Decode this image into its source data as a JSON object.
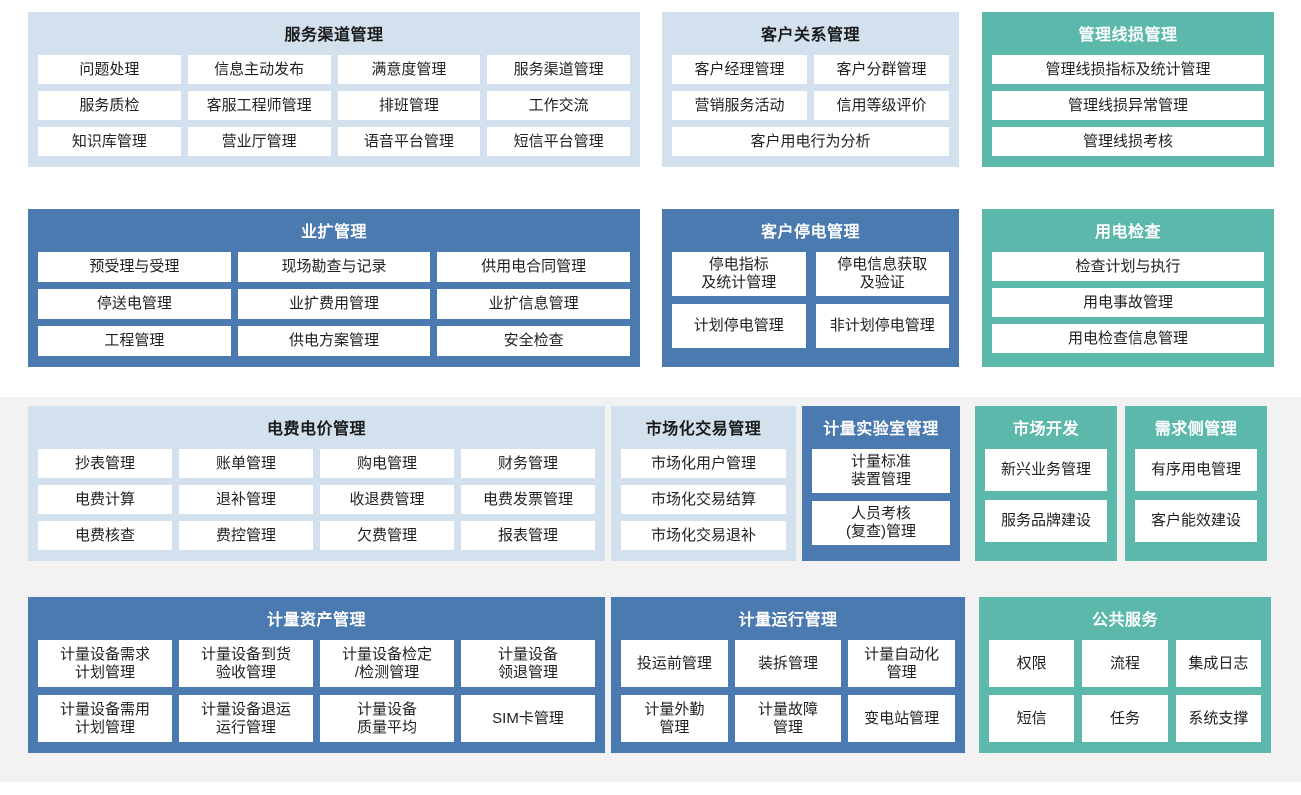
{
  "colors": {
    "blue_light": "#d3e1ef",
    "blue_dark": "#4a7ab0",
    "teal": "#5cb8ab",
    "tile_bg": "#ffffff",
    "band_bg": "#f2f2f2",
    "page_bg": "#ffffff"
  },
  "rows": [
    {
      "panels": [
        {
          "title": "服务渠道管理",
          "style": "blue-light",
          "tiles": [
            "问题处理",
            "信息主动发布",
            "满意度管理",
            "服务渠道管理",
            "服务质检",
            "客服工程师管理",
            "排班管理",
            "工作交流",
            "知识库管理",
            "营业厅管理",
            "语音平台管理",
            "短信平台管理"
          ]
        },
        {
          "title": "客户关系管理",
          "style": "blue-light",
          "tiles": [
            "客户经理管理",
            "客户分群管理",
            "营销服务活动",
            "信用等级评价",
            "客户用电行为分析"
          ]
        },
        {
          "title": "管理线损管理",
          "style": "teal",
          "tiles": [
            "管理线损指标及统计管理",
            "管理线损异常管理",
            "管理线损考核"
          ]
        }
      ]
    },
    {
      "panels": [
        {
          "title": "业扩管理",
          "style": "blue-dark",
          "tiles": [
            "预受理与受理",
            "现场勘查与记录",
            "供用电合同管理",
            "停送电管理",
            "业扩费用管理",
            "业扩信息管理",
            "工程管理",
            "供电方案管理",
            "安全检查"
          ]
        },
        {
          "title": "客户停电管理",
          "style": "blue-dark",
          "tiles": [
            "停电指标\n及统计管理",
            "停电信息获取\n及验证",
            "计划停电管理",
            "非计划停电管理"
          ]
        },
        {
          "title": "用电检查",
          "style": "teal",
          "tiles": [
            "检查计划与执行",
            "用电事故管理",
            "用电检查信息管理"
          ]
        }
      ]
    },
    {
      "panels": [
        {
          "title": "电费电价管理",
          "style": "blue-light",
          "tiles": [
            "抄表管理",
            "账单管理",
            "购电管理",
            "财务管理",
            "电费计算",
            "退补管理",
            "收退费管理",
            "电费发票管理",
            "电费核查",
            "费控管理",
            "欠费管理",
            "报表管理"
          ]
        },
        {
          "title": "市场化交易管理",
          "style": "blue-light",
          "tiles": [
            "市场化用户管理",
            "市场化交易结算",
            "市场化交易退补"
          ]
        },
        {
          "title": "计量实验室管理",
          "style": "blue-dark",
          "tiles": [
            "计量标准\n装置管理",
            "人员考核\n(复查)管理"
          ]
        },
        {
          "title": "市场开发",
          "style": "teal",
          "tiles": [
            "新兴业务管理",
            "服务品牌建设"
          ]
        },
        {
          "title": "需求侧管理",
          "style": "teal",
          "tiles": [
            "有序用电管理",
            "客户能效建设"
          ]
        }
      ]
    },
    {
      "panels": [
        {
          "title": "计量资产管理",
          "style": "blue-dark",
          "tiles": [
            "计量设备需求\n计划管理",
            "计量设备到货\n验收管理",
            "计量设备检定\n/检测管理",
            "计量设备\n领退管理",
            "计量设备需用\n计划管理",
            "计量设备退运\n运行管理",
            "计量设备\n质量平均",
            "SIM卡管理"
          ]
        },
        {
          "title": "计量运行管理",
          "style": "blue-dark",
          "tiles": [
            "投运前管理",
            "装拆管理",
            "计量自动化\n管理",
            "计量外勤\n管理",
            "计量故障\n管理",
            "变电站管理"
          ]
        },
        {
          "title": "公共服务",
          "style": "teal",
          "tiles": [
            "权限",
            "流程",
            "集成日志",
            "短信",
            "任务",
            "系统支撑"
          ]
        }
      ]
    }
  ]
}
